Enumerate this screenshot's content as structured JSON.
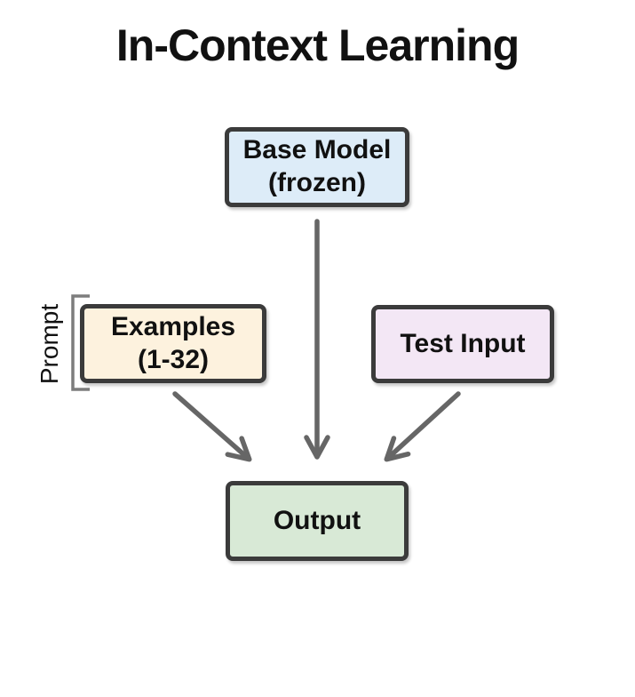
{
  "title": "In-Context Learning",
  "diagram": {
    "background": "#ffffff",
    "text_color": "#111111",
    "border_color": "#3b3b3b",
    "arrow_color": "#666666",
    "bracket_color": "#7d7d7d",
    "prompt_label": "Prompt",
    "nodes": {
      "base_model": {
        "lines": [
          "Base Model",
          "(frozen)"
        ],
        "fill": "#ddecf8"
      },
      "examples": {
        "lines": [
          "Examples",
          "(1-32)"
        ],
        "fill": "#fdf2de"
      },
      "test_input": {
        "lines": [
          "Test Input"
        ],
        "fill": "#f3e7f5"
      },
      "output": {
        "lines": [
          "Output"
        ],
        "fill": "#d8e9d6"
      }
    },
    "edges": [
      {
        "from": "Base Model (frozen)",
        "to": "Output"
      },
      {
        "from": "Examples (1-32)",
        "to": "Output"
      },
      {
        "from": "Test Input",
        "to": "Output"
      }
    ],
    "bracket_group": {
      "label": "Prompt",
      "covers": "Examples (1-32)"
    }
  }
}
